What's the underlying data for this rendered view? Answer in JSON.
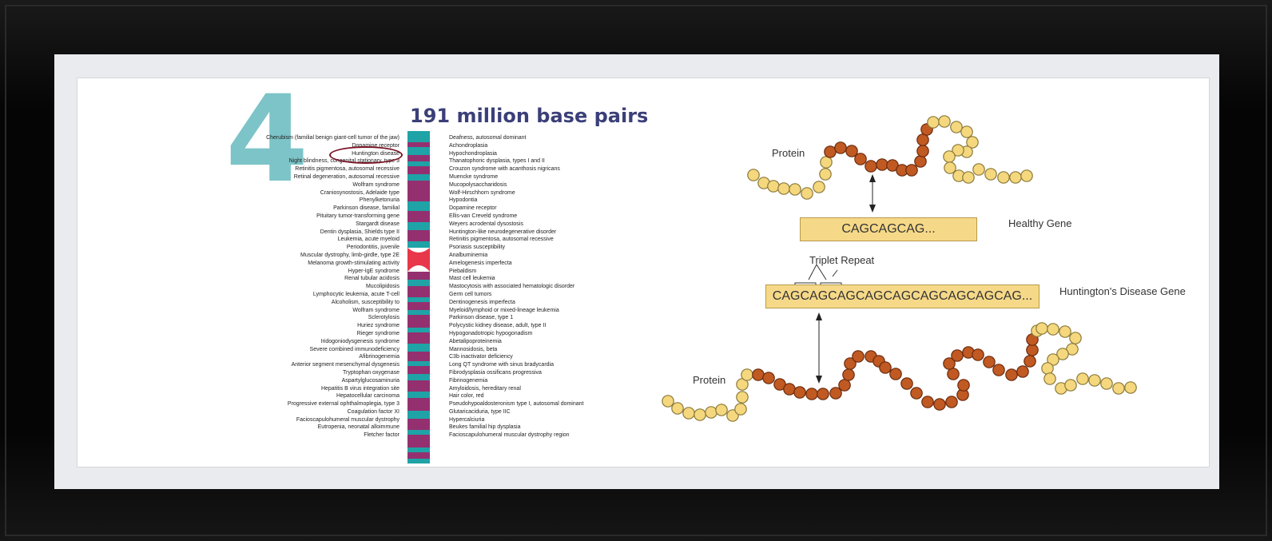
{
  "chromosome": {
    "number": "4",
    "title": "191 million base pairs",
    "left_genes": [
      "Cherubism (familial benign giant-cell tumor of the jaw)",
      "Dopamine receptor",
      "Huntington disease",
      "Night blindness, congenital stationary, type 3",
      "Retinitis pigmentosa, autosomal recessive",
      "Retinal degeneration, autosomal recessive",
      "Wolfram syndrome",
      "Craniosynostosis, Adelaide type",
      "Phenylketonuria",
      "Parkinson disease, familial",
      "Pituitary tumor-transforming gene",
      "Stargardt disease",
      "Dentin dysplasia, Shields type II",
      "Leukemia, acute myeloid",
      "Periodontitis, juvenile",
      "Muscular dystrophy, limb-girdle, type 2E",
      "Melanoma growth-stimulating activity",
      "Hyper-IgE syndrome",
      "Renal tubular acidosis",
      "Mucolipidosis",
      "Lymphocytic leukemia, acute T-cell",
      "Alcoholism, susceptibility to",
      "Wolfram syndrome",
      "Sclerotylosis",
      "Huriez syndrome",
      "Rieger syndrome",
      "Iridogoniodysgenesis syndrome",
      "Severe combined immunodeficiency",
      "Afibrinogenemia",
      "Anterior segment mesenchymal dysgenesis",
      "Tryptophan oxygenase",
      "Aspartylglucosaminuria",
      "Hepatitis B virus integration site",
      "Hepatocellular carcinoma",
      "Progressive external ophthalmoplegia, type 3",
      "Coagulation factor XI",
      "Facioscapulohumeral muscular dystrophy",
      "Eutropenia, neonatal alloimmune",
      "Fletcher factor"
    ],
    "right_genes": [
      "Deafness, autosomal dominant",
      "Achondroplasia",
      "Hypochondroplasia",
      "Thanatophoric dysplasia, types I and II",
      "Crouzon syndrome with acanthosis nigricans",
      "Muencke syndrome",
      "Mucopolysaccharidosis",
      "Wolf-Hirschhorn syndrome",
      "Hypodontia",
      "Dopamine receptor",
      "Ellis-van Creveld syndrome",
      "Weyers acrodental dysostosis",
      "Huntington-like neurodegenerative disorder",
      "Retinitis pigmentosa, autosomal recessive",
      "Psoriasis susceptibility",
      "Analbuminemia",
      "Amelogenesis imperfecta",
      "Piebaldism",
      "Mast cell leukemia",
      "Mastocytosis with associated hematologic disorder",
      "Germ cell tumors",
      "Dentinogenesis imperfecta",
      "Myeloid/lymphoid or mixed-lineage leukemia",
      "Parkinson disease, type 1",
      "Polycystic kidney disease, adult, type II",
      "Hypogonadotropic hypogonadism",
      "Abetalipoproteinemia",
      "Mannosidosis, beta",
      "C3b inactivator deficiency",
      "Long QT syndrome with sinus bradycardia",
      "Fibrodysplasia ossificans progressiva",
      "Fibrinogenemia",
      "Amyloidosis, hereditary renal",
      "Hair color, red",
      "Pseudohypoaldosteronism type I, autosomal dominant",
      "Glutaricaciduria, type IIC",
      "Hypercalciuria",
      "Beukes familial hip dysplasia",
      "Facioscapulohumeral muscular dystrophy region"
    ],
    "colors": {
      "teal": "#1fa3a6",
      "magenta": "#94306f",
      "centromere": "#e8364a",
      "number": "#7cc4c8",
      "title": "#3b3f78",
      "circle": "#7a1425"
    }
  },
  "diagram": {
    "protein_top_label": "Protein",
    "protein_bottom_label": "Protein",
    "healthy_gene_label": "Healthy Gene",
    "healthy_sequence": "CAGCAGCAG...",
    "triplet_label": "Triplet Repeat",
    "disease_gene_label": "Huntington's Disease Gene",
    "disease_sequence": "CAGCAGCAGCAGCAGCAGCAGCAGCAG...",
    "colors": {
      "glutamine_bead": "#c05a22",
      "other_bead": "#f5d77e",
      "gene_box": "#f6d988"
    }
  }
}
